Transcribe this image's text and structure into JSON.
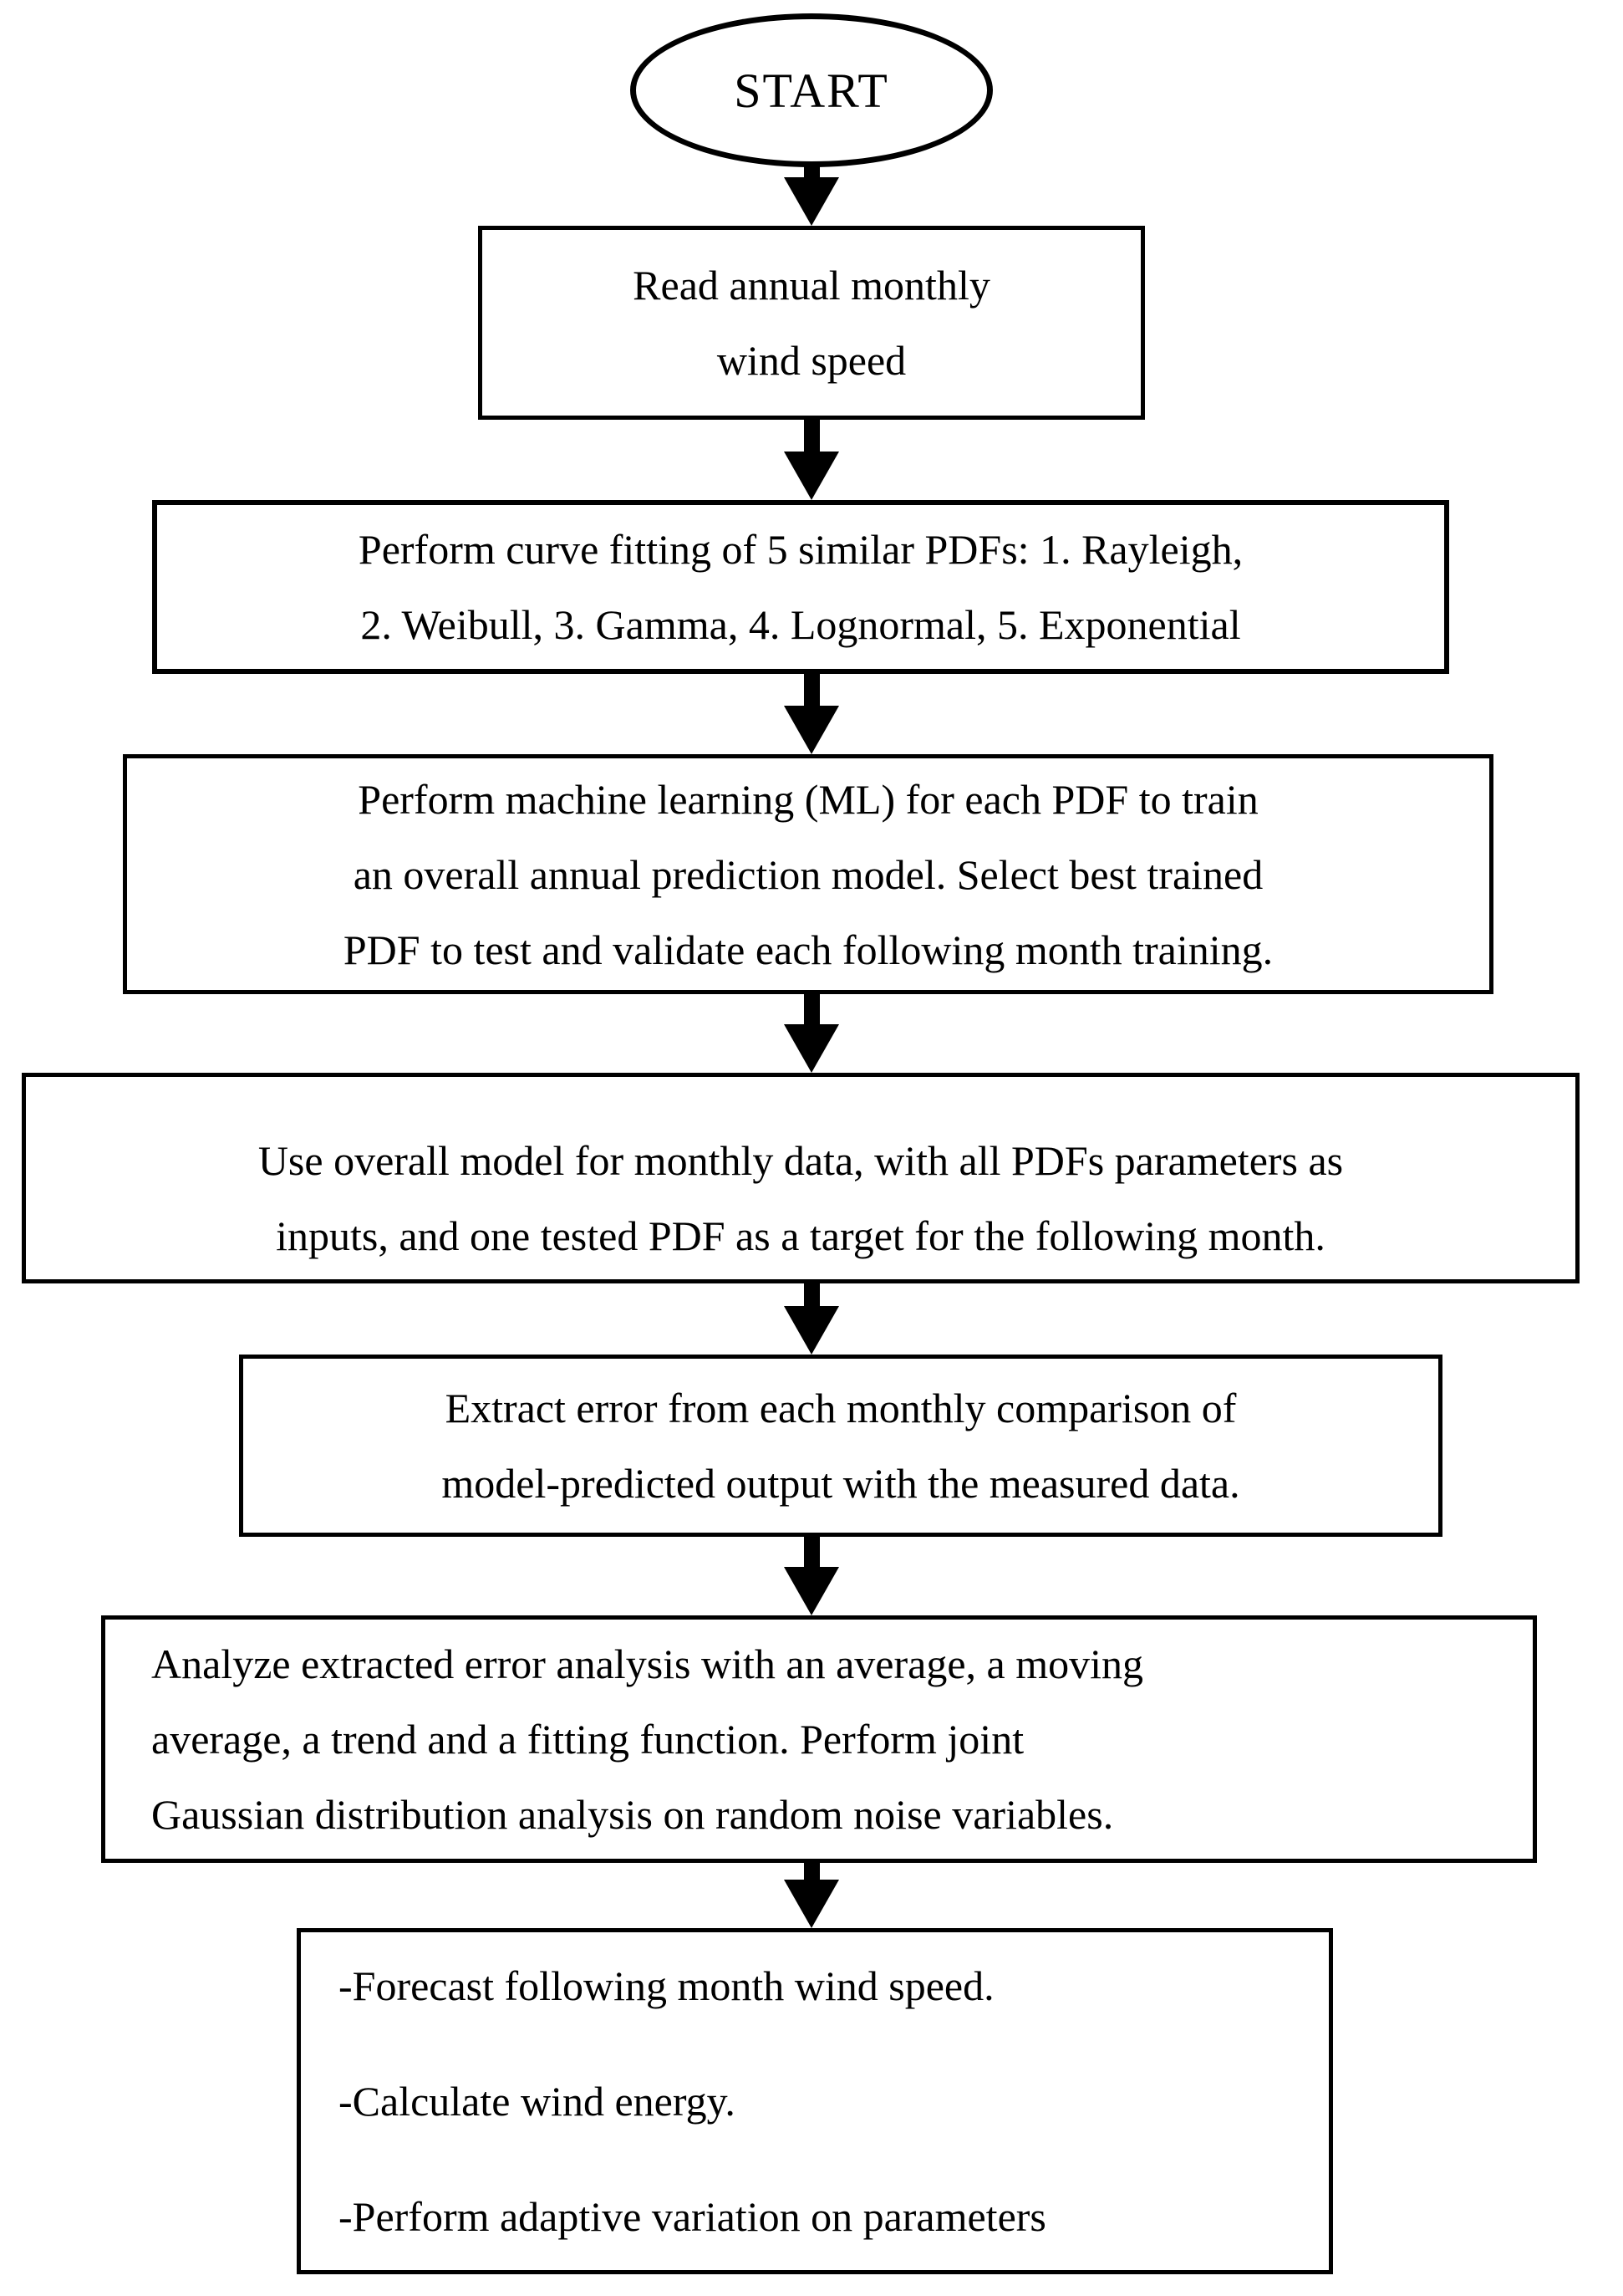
{
  "diagram": {
    "type": "flowchart",
    "background_color": "#ffffff",
    "stroke_color": "#000000",
    "text_color": "#000000",
    "start": {
      "label": "START"
    },
    "boxes": [
      {
        "name": "read-wind-speed",
        "lines": [
          "Read annual monthly",
          "wind speed"
        ]
      },
      {
        "name": "curve-fitting",
        "lines": [
          "Perform curve fitting of 5 similar PDFs: 1. Rayleigh,",
          "2. Weibull, 3. Gamma, 4. Lognormal, 5. Exponential"
        ]
      },
      {
        "name": "machine-learning",
        "lines": [
          "Perform machine learning (ML) for each PDF to train",
          "an overall annual prediction model. Select best trained",
          "PDF to test and validate each following month training."
        ]
      },
      {
        "name": "overall-model",
        "lines": [
          "Use overall model for monthly data, with all PDFs parameters as",
          "inputs, and one tested PDF as a target for the following month."
        ]
      },
      {
        "name": "extract-error",
        "lines": [
          "Extract error from each monthly comparison of",
          "model-predicted output with the measured data."
        ]
      },
      {
        "name": "error-analysis",
        "lines": [
          "Analyze extracted error analysis with an average, a moving",
          "average, a trend and a fitting function. Perform joint",
          "Gaussian distribution analysis on random noise variables."
        ]
      },
      {
        "name": "forecast-outputs",
        "lines": [
          "-Forecast following month wind speed.",
          "-Calculate wind energy.",
          "-Perform adaptive variation on parameters"
        ]
      }
    ]
  }
}
